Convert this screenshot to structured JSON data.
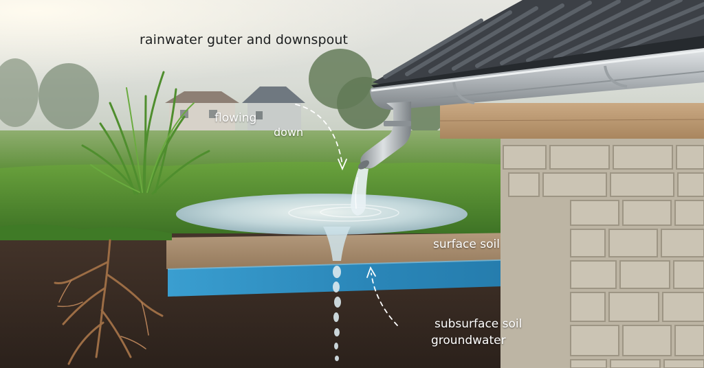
{
  "labels": {
    "title": "rainwater guter and downspout",
    "flowing": "flowing",
    "down": "down",
    "surface_soil": "surface soil",
    "subsurface_soil": "subsurface soil",
    "groundwater": "groundwater"
  },
  "colors": {
    "sky": "#dfe3df",
    "grass": "#4f8a2f",
    "surface_soil": "#a58a6c",
    "groundwater_band": "#2d8fc0",
    "deep_soil": "#3a2c22",
    "brick": "#c8c1b1",
    "roof": "#3d4247",
    "gutter": "#b7bcc0",
    "water": "#cfe3ea"
  }
}
